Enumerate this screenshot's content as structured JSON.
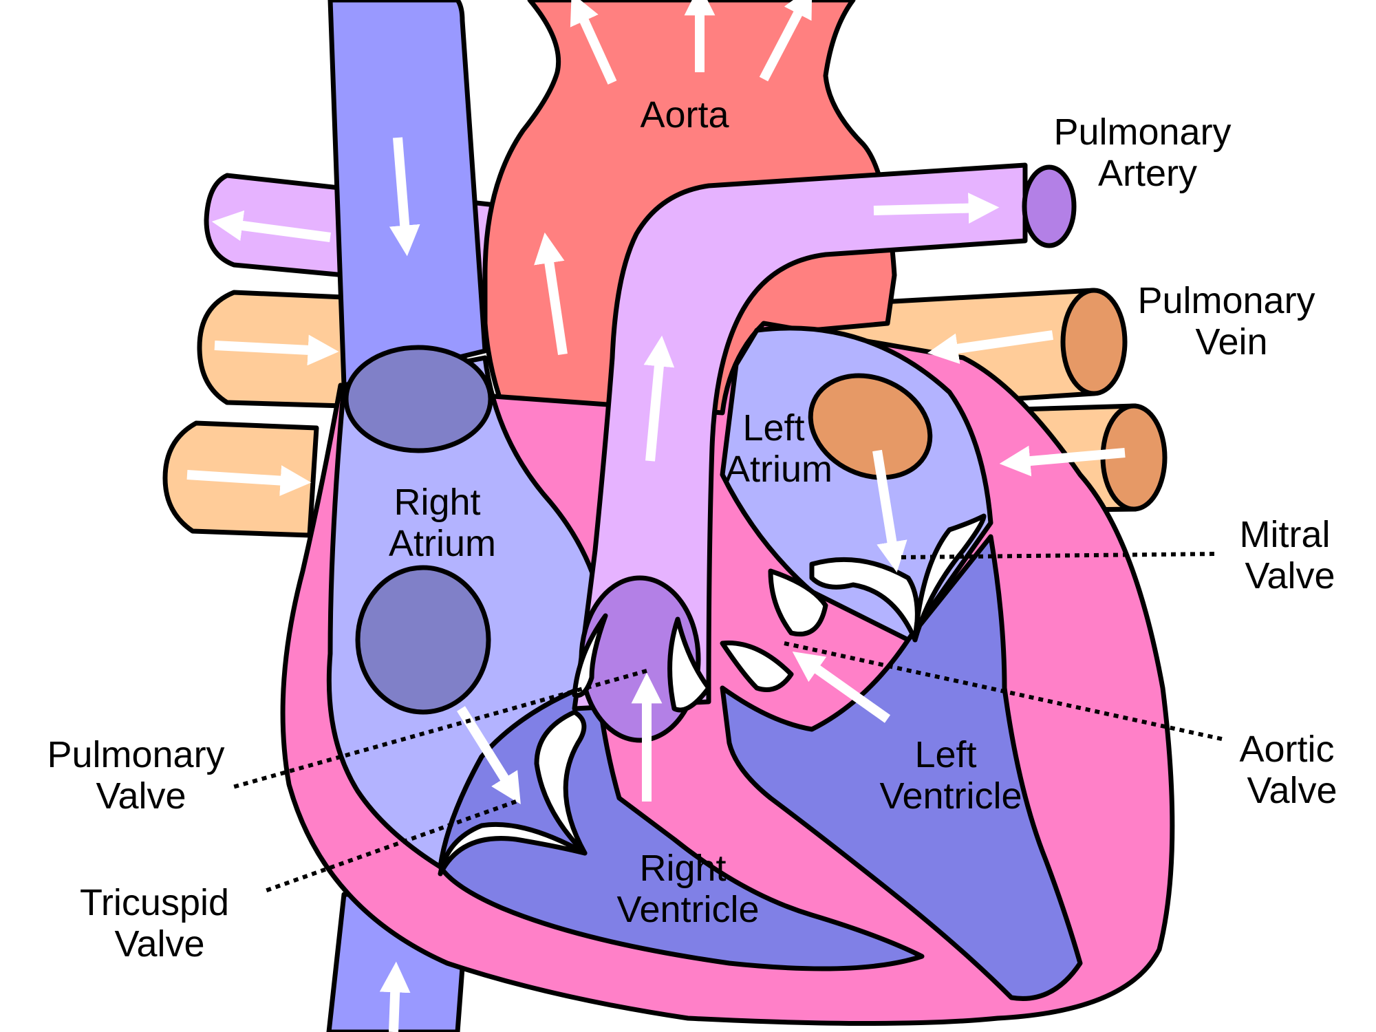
{
  "labels": {
    "aorta": "Aorta",
    "pulmonary_artery": [
      "Pulmonary",
      "Artery"
    ],
    "pulmonary_vein": [
      "Pulmonary",
      "Vein"
    ],
    "left_atrium": [
      "Left",
      "Atrium"
    ],
    "right_atrium": [
      "Right",
      "Atrium"
    ],
    "mitral_valve": [
      "Mitral",
      "Valve"
    ],
    "aortic_valve": [
      "Aortic",
      "Valve"
    ],
    "pulmonary_valve": [
      "Pulmonary",
      "Valve"
    ],
    "tricuspid_valve": [
      "Tricuspid",
      "Valve"
    ],
    "left_ventricle": [
      "Left",
      "Ventricle"
    ],
    "right_ventricle": [
      "Right",
      "Ventricle"
    ]
  },
  "colors": {
    "aorta": "#ff8080",
    "aorta_dark": "#cc6060",
    "pulmonary_artery": "#e6b3ff",
    "pulmonary_artery_end": "#b380e6",
    "vena_cava": "#9999ff",
    "right_atrium": "#b3b3ff",
    "vessel_opening": "#8080c8",
    "ventricle": "#8080e6",
    "muscle": "#ff80c8",
    "pulmonary_vein": "#ffcc99",
    "pulmonary_vein_end": "#e69966",
    "valve": "#ffffff",
    "outline": "#000000"
  }
}
